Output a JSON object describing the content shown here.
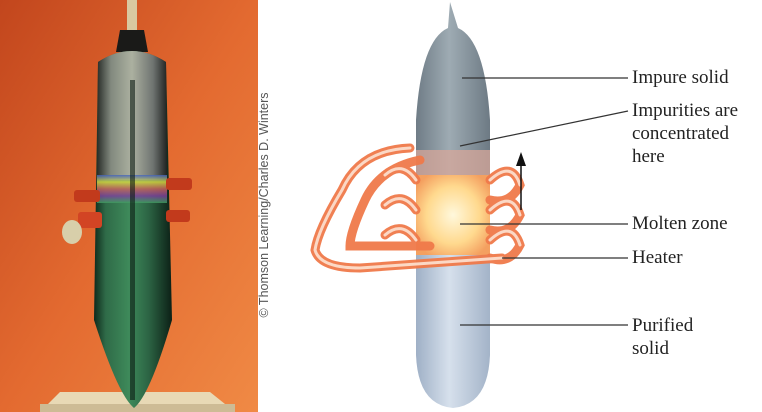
{
  "photo": {
    "credit": "© Thomson Learning/Charles D. Winters"
  },
  "diagram": {
    "labels": {
      "impure_solid": "Impure solid",
      "impurities_1": "Impurities are",
      "impurities_2": "concentrated",
      "impurities_3": "here",
      "molten_zone": "Molten zone",
      "heater": "Heater",
      "purified_1": "Purified",
      "purified_2": "solid"
    }
  },
  "colors": {
    "background_orange": "#e0652c",
    "rod_grey": "#8e9aa3",
    "purified_blue": "#b9c7da",
    "heater_orange": "#f08050",
    "molten_yellow": "#ffe9b0"
  }
}
